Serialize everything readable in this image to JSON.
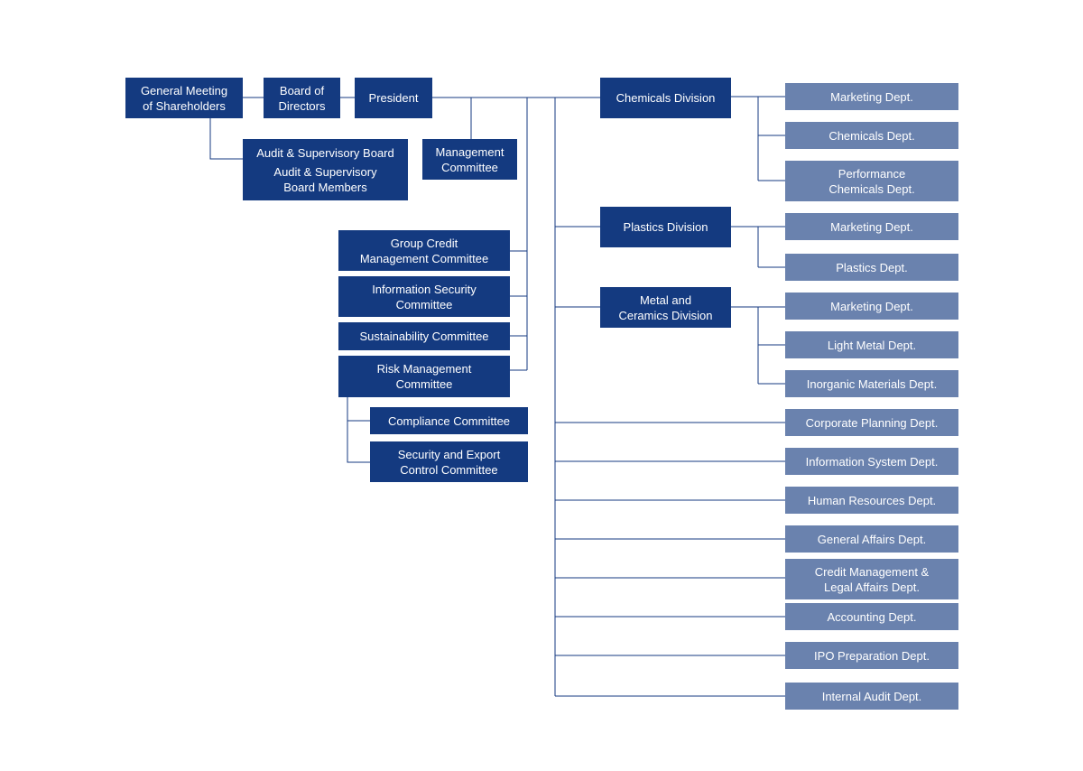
{
  "colors": {
    "dark_box": "#143a80",
    "light_box": "#6a82ae",
    "line": "#143a80"
  },
  "top": {
    "shareholders": "General Meeting\nof Shareholders",
    "board": "Board of\nDirectors",
    "president": "President",
    "audit_board": "Audit & Supervisory Board",
    "audit_members": "Audit & Supervisory\nBoard Members",
    "management_committee": "Management\nCommittee"
  },
  "committees": {
    "group_credit": "Group Credit\nManagement Committee",
    "info_security": "Information Security\nCommittee",
    "sustainability": "Sustainability Committee",
    "risk_management": "Risk Management\nCommittee",
    "compliance": "Compliance Committee",
    "security_export": "Security and Export\nControl Committee"
  },
  "divisions": {
    "chemicals": {
      "name": "Chemicals Division",
      "depts": [
        "Marketing Dept.",
        "Chemicals Dept.",
        "Performance\nChemicals Dept."
      ]
    },
    "plastics": {
      "name": "Plastics Division",
      "depts": [
        "Marketing Dept.",
        "Plastics Dept."
      ]
    },
    "metal": {
      "name": "Metal and\nCeramics Division",
      "depts": [
        "Marketing Dept.",
        "Light Metal Dept.",
        "Inorganic Materials Dept."
      ]
    }
  },
  "corporate_depts": [
    "Corporate Planning Dept.",
    "Information System Dept.",
    "Human Resources Dept.",
    "General Affairs Dept.",
    "Credit Management &\nLegal Affairs Dept.",
    "Accounting Dept.",
    "IPO Preparation Dept.",
    "Internal Audit Dept."
  ]
}
